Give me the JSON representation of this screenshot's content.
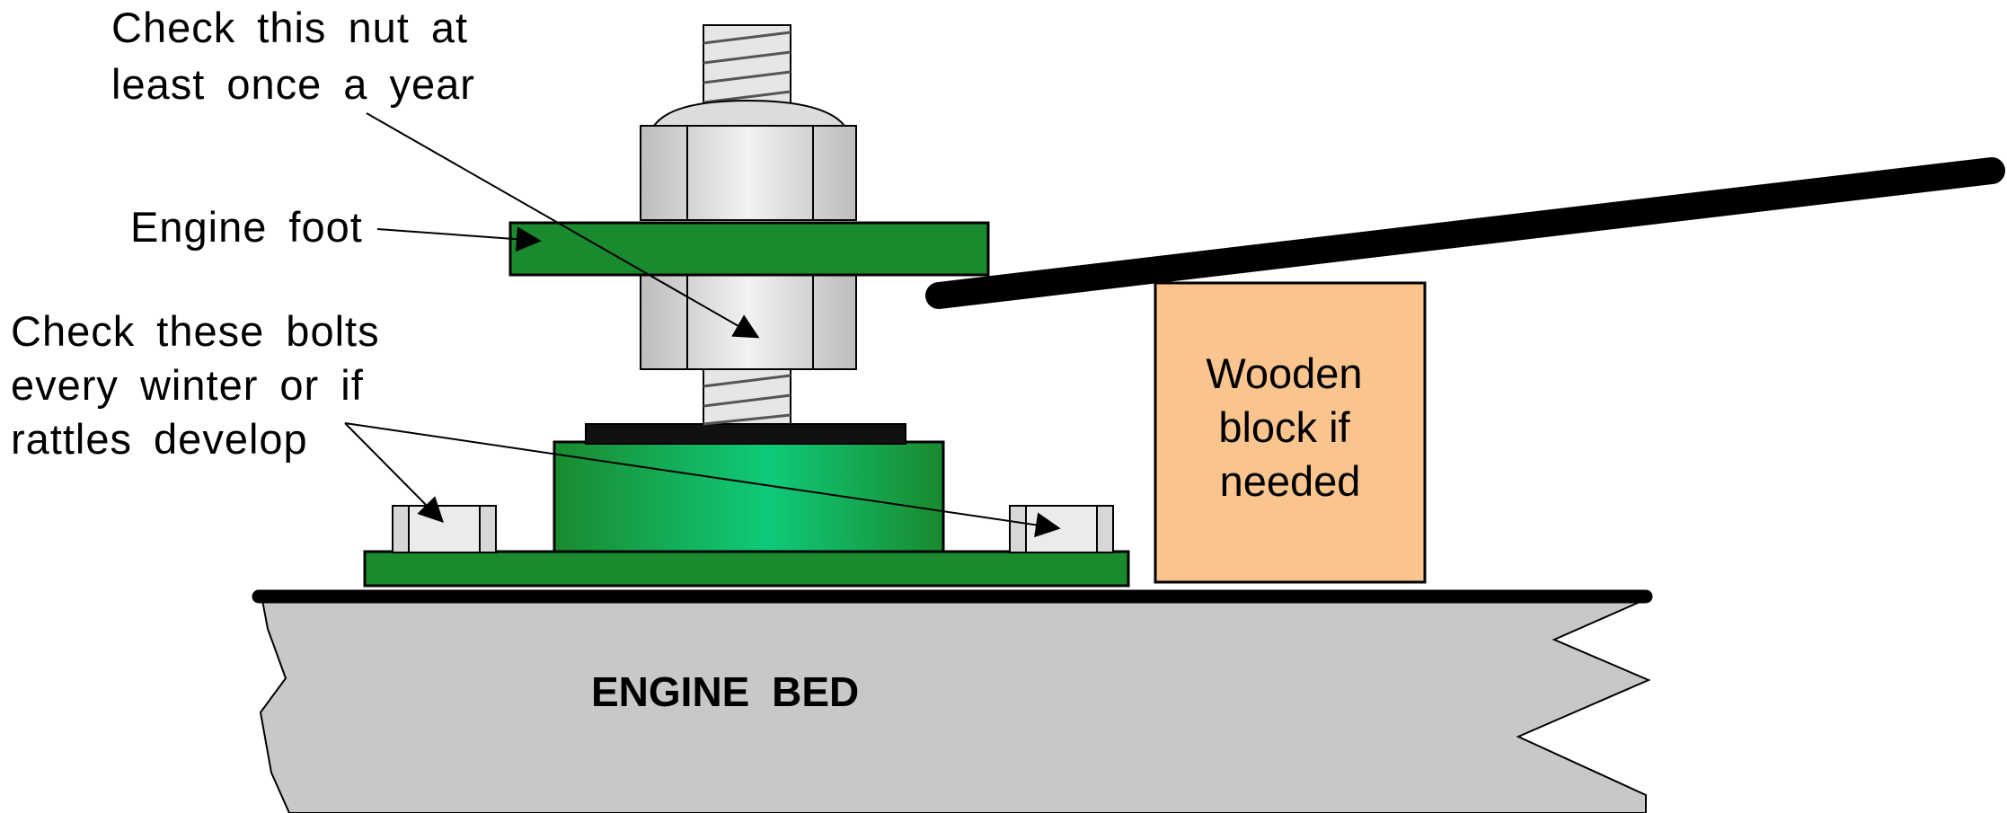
{
  "labels": {
    "nut_check": [
      "Check this nut at",
      "least once a year"
    ],
    "engine_foot": "Engine foot",
    "bolts_check": [
      "Check these bolts",
      "every winter or if",
      "rattles develop"
    ],
    "wooden_block": [
      "Wooden",
      "block if",
      "needed"
    ],
    "engine_bed": "ENGINE BED"
  },
  "colors": {
    "green": "#1a8a2e",
    "green_light": "#0fca7a",
    "wood": "#f9c48e",
    "bed": "#c8c8c8",
    "metal": "#d7d7d7",
    "lever": "#000000"
  }
}
